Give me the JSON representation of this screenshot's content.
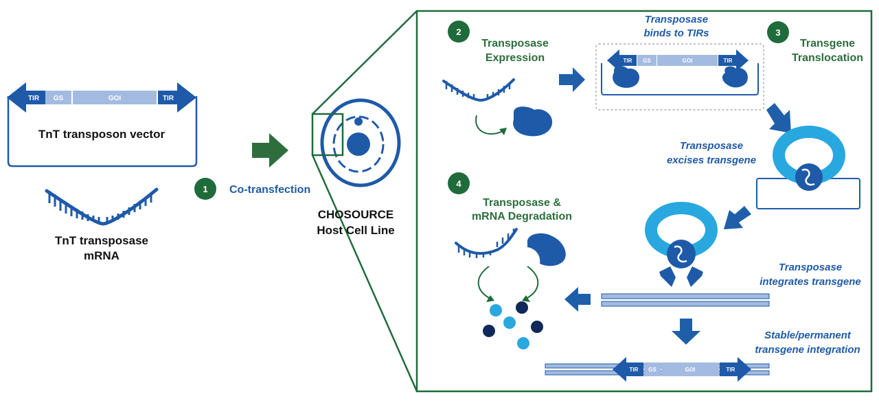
{
  "colors": {
    "dark_blue": "#1e5aa8",
    "navy": "#10285a",
    "light_blue": "#a3bbe0",
    "sky_blue": "#29a8e0",
    "dark_green": "#1f6b3a",
    "green_arrow": "#2d6e3c",
    "blue_arrow": "#1f5faa"
  },
  "vector": {
    "segments": [
      "TIR",
      "GS",
      "GOI",
      "TIR"
    ],
    "label": "TnT transposon vector"
  },
  "mrna": {
    "label_line1": "TnT transposase",
    "label_line2": "mRNA"
  },
  "step1": {
    "number": "1",
    "label": "Co-transfection"
  },
  "host": {
    "line1": "CHOSOURCE",
    "line2": "Host Cell Line"
  },
  "step2": {
    "number": "2",
    "line1": "Transposase",
    "line2": "Expression"
  },
  "binds": {
    "line1": "Transposase",
    "line2": "binds to TIRs",
    "segments": [
      "TIR",
      "GS",
      "GOI",
      "TIR"
    ]
  },
  "step3": {
    "number": "3",
    "line1": "Transgene",
    "line2": "Translocation"
  },
  "excises": {
    "line1": "Transposase",
    "line2": "excises transgene"
  },
  "step4": {
    "number": "4",
    "line1": "Transposase &",
    "line2": "mRNA Degradation"
  },
  "integrates": {
    "line1": "Transposase",
    "line2": "integrates transgene"
  },
  "stable": {
    "line1": "Stable/permanent",
    "line2": "transgene integration",
    "segments": [
      "TIR",
      "GS",
      "GOI",
      "TIR"
    ]
  }
}
